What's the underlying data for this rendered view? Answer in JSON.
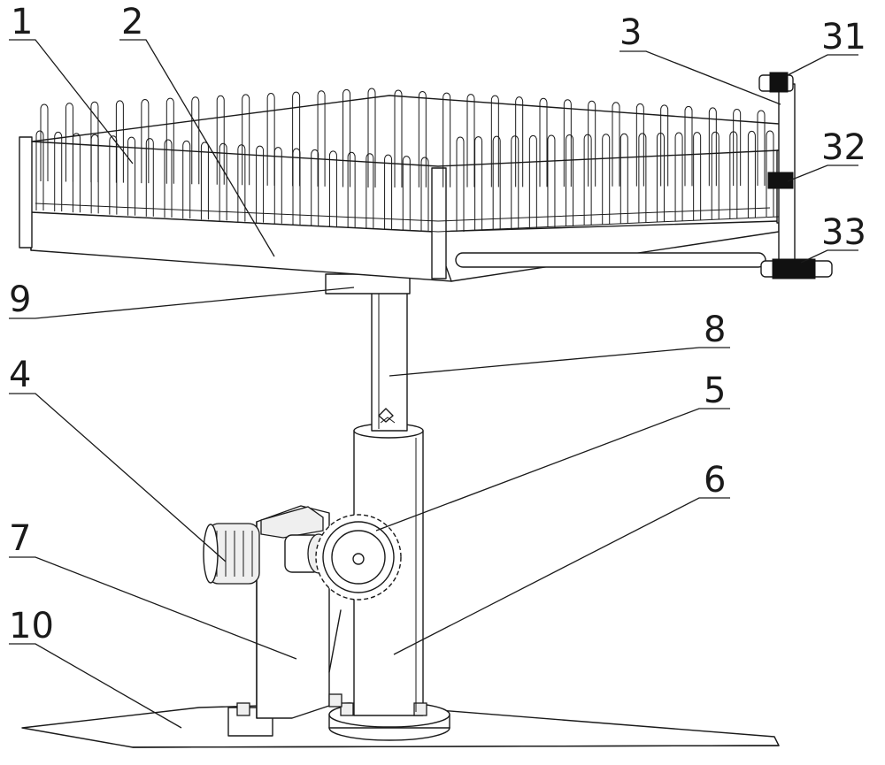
{
  "figure": {
    "callouts": [
      {
        "id": "c1",
        "text": "1"
      },
      {
        "id": "c2",
        "text": "2"
      },
      {
        "id": "c3",
        "text": "3"
      },
      {
        "id": "c31",
        "text": "31"
      },
      {
        "id": "c32",
        "text": "32"
      },
      {
        "id": "c33",
        "text": "33"
      },
      {
        "id": "c9",
        "text": "9"
      },
      {
        "id": "c8",
        "text": "8"
      },
      {
        "id": "c4",
        "text": "4"
      },
      {
        "id": "c5",
        "text": "5"
      },
      {
        "id": "c6",
        "text": "6"
      },
      {
        "id": "c7",
        "text": "7"
      },
      {
        "id": "c10",
        "text": "10"
      }
    ]
  }
}
